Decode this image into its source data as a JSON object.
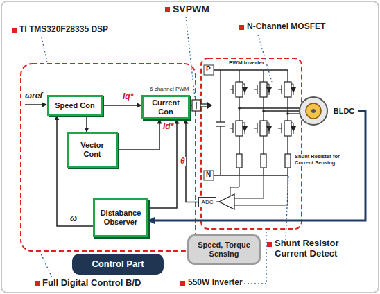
{
  "diagram": {
    "nodes": [
      {
        "text": [
          "Speed Con"
        ]
      },
      {
        "text": [
          "Vector Cont"
        ]
      },
      {
        "text": [
          "Current Con"
        ]
      },
      {
        "text": [
          "Distabance Observer"
        ]
      },
      {
        "text": [
          "Control Part"
        ]
      },
      {
        "text": [
          "Speed, Torque Sensing"
        ]
      },
      {
        "text": [
          "ADC"
        ]
      },
      {
        "text": [
          "BLDC"
        ]
      }
    ],
    "edges": [
      {
        "from": 0,
        "to": 2,
        "arrow": "to",
        "label": "Iq*"
      },
      {
        "from": 0,
        "to": 1,
        "arrow": "to"
      },
      {
        "from": 1,
        "to": 2,
        "arrow": "to",
        "label": "Id*"
      },
      {
        "from": 3,
        "to": 0,
        "arrow": "to",
        "label": "ω"
      },
      {
        "from": 3,
        "to": 2,
        "arrow": "to",
        "label": "θ"
      },
      {
        "from": 6,
        "to": 2,
        "arrow": "to"
      },
      {
        "from": 7,
        "to": 3,
        "arrow": "to"
      }
    ],
    "labels": [
      "TI TMS320F28335 DSP",
      "SVPWM",
      "N-Channel MOSFET",
      "ωref",
      "6 channel PWM",
      "PWM Inverter",
      "P",
      "N",
      "Shunt Resister for Current Sensing",
      "Shunt Resistor Current Detect",
      "Full Digital Control B/D",
      "550W Inverter"
    ]
  }
}
